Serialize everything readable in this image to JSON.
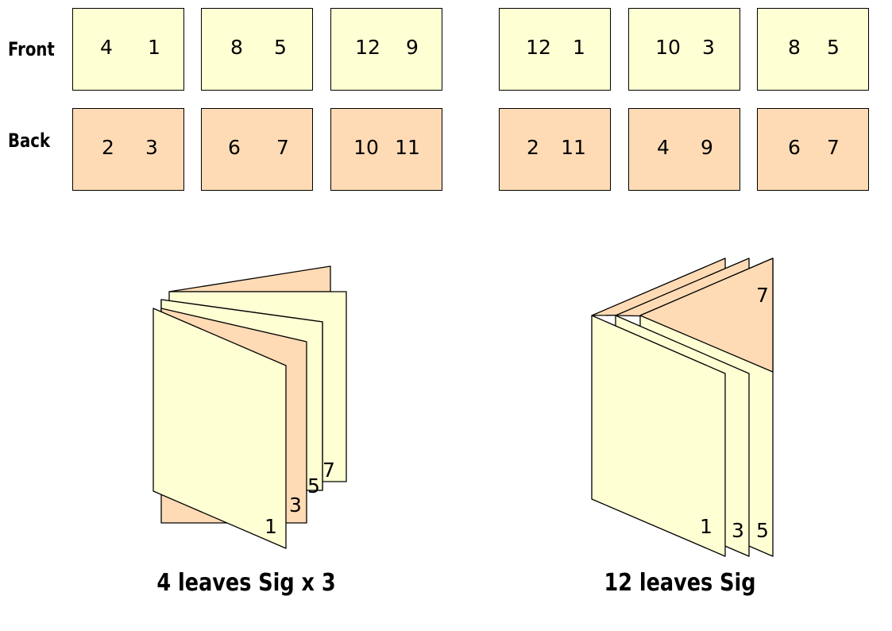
{
  "row_labels": {
    "front": "Front",
    "back": "Back"
  },
  "colors": {
    "front_page": "#ffffd4",
    "back_page": "#ffdbb5",
    "stroke": "#000000"
  },
  "layouts": [
    {
      "name": "4 leaves Sig x 3",
      "front": [
        [
          "4",
          "1"
        ],
        [
          "8",
          "5"
        ],
        [
          "12",
          "9"
        ]
      ],
      "back": [
        [
          "2",
          "3"
        ],
        [
          "6",
          "7"
        ],
        [
          "10",
          "11"
        ]
      ],
      "page_labels": [
        "1",
        "3",
        "5",
        "7"
      ]
    },
    {
      "name": "12 leaves Sig",
      "front": [
        [
          "12",
          "1"
        ],
        [
          "10",
          "3"
        ],
        [
          "8",
          "5"
        ]
      ],
      "back": [
        [
          "2",
          "11"
        ],
        [
          "4",
          "9"
        ],
        [
          "6",
          "7"
        ]
      ],
      "page_labels": [
        "1",
        "3",
        "5",
        "7"
      ]
    }
  ]
}
